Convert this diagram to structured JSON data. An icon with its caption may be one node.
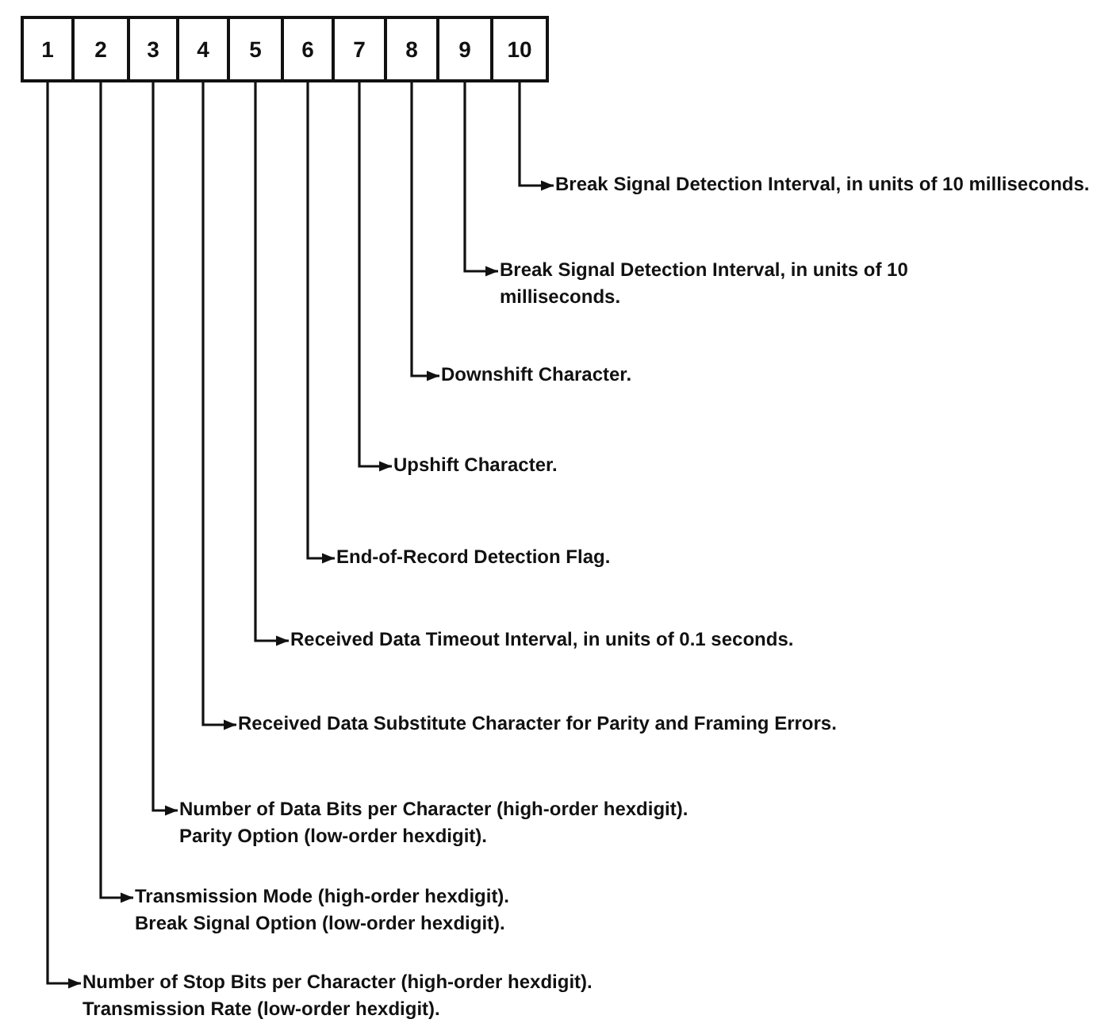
{
  "diagram": {
    "nodes": [
      {
        "text": [
          "1"
        ]
      },
      {
        "text": [
          "2"
        ]
      },
      {
        "text": [
          "3"
        ]
      },
      {
        "text": [
          "4"
        ]
      },
      {
        "text": [
          "5"
        ]
      },
      {
        "text": [
          "6"
        ]
      },
      {
        "text": [
          "7"
        ]
      },
      {
        "text": [
          "8"
        ]
      },
      {
        "text": [
          "9"
        ]
      },
      {
        "text": [
          "10"
        ]
      },
      {
        "text": [
          "Break Signal Detection Interval, in units of 10 milliseconds."
        ]
      },
      {
        "text": [
          "Break Signal Detection Interval, in units of 10 milliseconds."
        ]
      },
      {
        "text": [
          "Downshift Character."
        ]
      },
      {
        "text": [
          "Upshift Character."
        ]
      },
      {
        "text": [
          "End-of-Record Detection Flag."
        ]
      },
      {
        "text": [
          "Received Data Timeout Interval, in units of 0.1 seconds."
        ]
      },
      {
        "text": [
          "Received Data Substitute Character for Parity and Framing Errors."
        ]
      },
      {
        "text": [
          "Number of Data Bits per Character (high-order hexdigit).",
          "Parity Option (low-order hexdigit)."
        ]
      },
      {
        "text": [
          "Transmission Mode (high-order hexdigit).",
          "Break Signal Option (low-order hexdigit)."
        ]
      },
      {
        "text": [
          "Number of Stop Bits per Character (high-order hexdigit).",
          "Transmission Rate (low-order hexdigit)."
        ]
      }
    ],
    "edges": [
      {
        "from": 9,
        "to": 10,
        "arrow": "to"
      },
      {
        "from": 8,
        "to": 11,
        "arrow": "to"
      },
      {
        "from": 7,
        "to": 12,
        "arrow": "to"
      },
      {
        "from": 6,
        "to": 13,
        "arrow": "to"
      },
      {
        "from": 5,
        "to": 14,
        "arrow": "to"
      },
      {
        "from": 4,
        "to": 15,
        "arrow": "to"
      },
      {
        "from": 3,
        "to": 16,
        "arrow": "to"
      },
      {
        "from": 2,
        "to": 17,
        "arrow": "to"
      },
      {
        "from": 1,
        "to": 18,
        "arrow": "to"
      },
      {
        "from": 0,
        "to": 19,
        "arrow": "to"
      }
    ]
  }
}
